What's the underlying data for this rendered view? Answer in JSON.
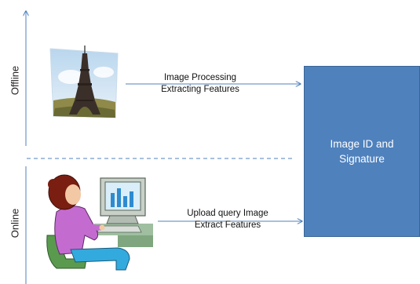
{
  "phases": {
    "offline_label": "Offline",
    "online_label": "Online"
  },
  "offline_step": {
    "line1": "Image Processing",
    "line2": "Extracting Features",
    "icon": "eiffel-tower-clipart"
  },
  "online_step": {
    "line1": "Upload query Image",
    "line2": "Extract Features",
    "icon": "woman-at-computer-clipart"
  },
  "target_box": {
    "line1": "Image ID and",
    "line2": "Signature"
  },
  "colors": {
    "box_fill": "#4f81bd",
    "arrow": "#4f81bd",
    "divider": "#4f81bd"
  }
}
